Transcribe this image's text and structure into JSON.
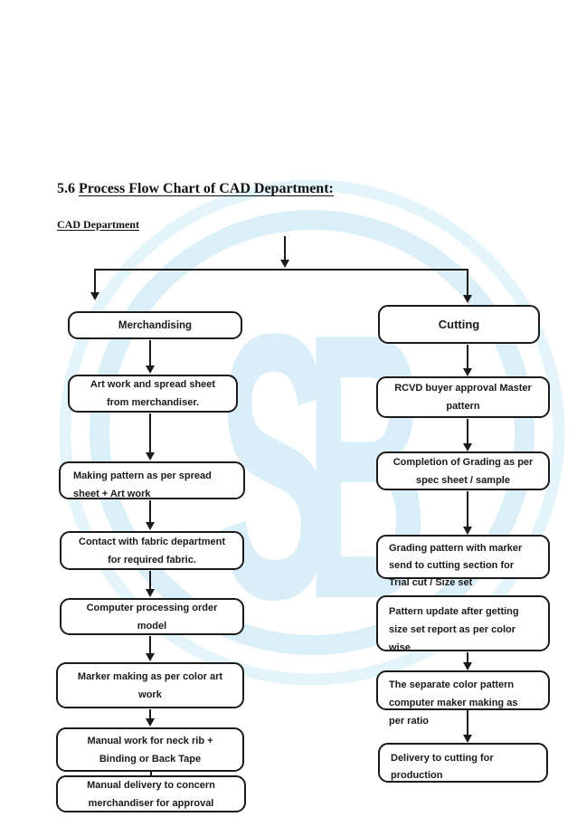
{
  "page": {
    "background": "#ffffff",
    "title_number": "5.6 ",
    "title": "Process Flow Chart of CAD Department:",
    "subtitle": "CAD Department"
  },
  "watermark": {
    "icon": "sb-logo-watermark",
    "letters": "SB",
    "letter_color": "#d9eef8",
    "ring_outer_color": "#e3f4fb",
    "ring_inner_color": "#daeff8"
  },
  "flowchart": {
    "line_color": "#1a1a1a",
    "left": {
      "header": "Merchandising",
      "steps": [
        {
          "text": "Art work and spread sheet\nfrom merchandiser."
        },
        {
          "text": "Making pattern as per spread\nsheet + Art work"
        },
        {
          "text": "Contact with fabric department\nfor required fabric."
        },
        {
          "text": "Computer processing order\nmodel"
        },
        {
          "text": "Marker making as per color art\nwork"
        },
        {
          "text": "Manual work for neck rib +\nBinding or Back Tape"
        },
        {
          "text": "Manual delivery to concern\nmerchandiser for approval"
        }
      ]
    },
    "right": {
      "header": "Cutting",
      "steps": [
        {
          "text": "RCVD buyer approval Master\npattern"
        },
        {
          "text": "Completion of Grading as per\nspec sheet / sample"
        },
        {
          "text": "Grading pattern with marker\nsend to cutting section for\nTrial cut / Size set"
        },
        {
          "text": "Pattern update after getting\nsize set report as per color\nwise"
        },
        {
          "text": "The separate color pattern\ncomputer maker making as\nper ratio"
        },
        {
          "text": "Delivery to cutting for\nproduction"
        }
      ]
    }
  }
}
